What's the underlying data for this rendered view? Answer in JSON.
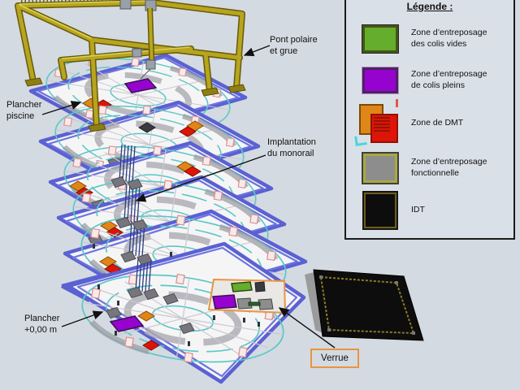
{
  "colors": {
    "bg": "#d4dae1",
    "blue": "#5a61d2",
    "teal": "#5ac8c6",
    "green": "#64ad2d",
    "purple": "#9603cf",
    "orange": "#e08617",
    "red": "#dd1507",
    "gray": "#8d8d8d",
    "black": "#0d0d0d",
    "crane": "#b7a51f",
    "orangeBorder": "#e8953f"
  },
  "labels": {
    "pont_polaire": {
      "lines": [
        "Pont polaire",
        "et grue"
      ]
    },
    "plancher_piscine": {
      "lines": [
        "Plancher",
        "piscine"
      ]
    },
    "monorail": {
      "lines": [
        "Implantation",
        "du monorail"
      ]
    },
    "plancher_zero": {
      "lines": [
        "Plancher",
        "+0,00 m"
      ]
    },
    "verrue": "Verrue"
  },
  "legend": {
    "title": "Légende :",
    "items": [
      {
        "swatch": "green-empty-packages-zone",
        "lines": [
          "Zone d’entreposage",
          "des colis vides"
        ]
      },
      {
        "swatch": "purple-full-packages-zone",
        "lines": [
          "Zone d’entreposage",
          "de colis pleins"
        ]
      },
      {
        "swatch": "dmt-zone",
        "lines": [
          "Zone de DMT",
          ""
        ]
      },
      {
        "swatch": "gray-functional-zone",
        "lines": [
          "Zone d’entreposage",
          "fonctionnelle"
        ]
      },
      {
        "swatch": "idt-tile",
        "lines": [
          "IDT",
          ""
        ]
      }
    ]
  }
}
